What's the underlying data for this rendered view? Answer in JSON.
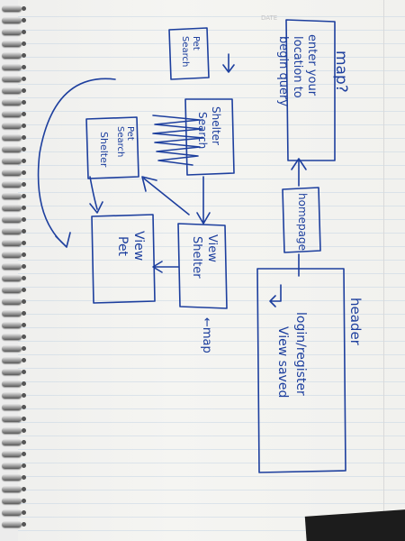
{
  "sketch": {
    "map_label": "map?",
    "map_box_text": "enter your location to begin query",
    "pet_search_top": "Pet Search",
    "shelter_search": "Shelter Search",
    "pet_search_middle": "Pet Search",
    "shelter_small": "Shelter",
    "homepage": "homepage",
    "view_shelter": "View Shelter",
    "view_pet": "View Pet",
    "map_arrow_label": "←map",
    "header_label": "header",
    "login_register": "login/register",
    "view_saved": "View saved",
    "page_date": "DATE"
  },
  "ink_color": "#1d3f9e"
}
